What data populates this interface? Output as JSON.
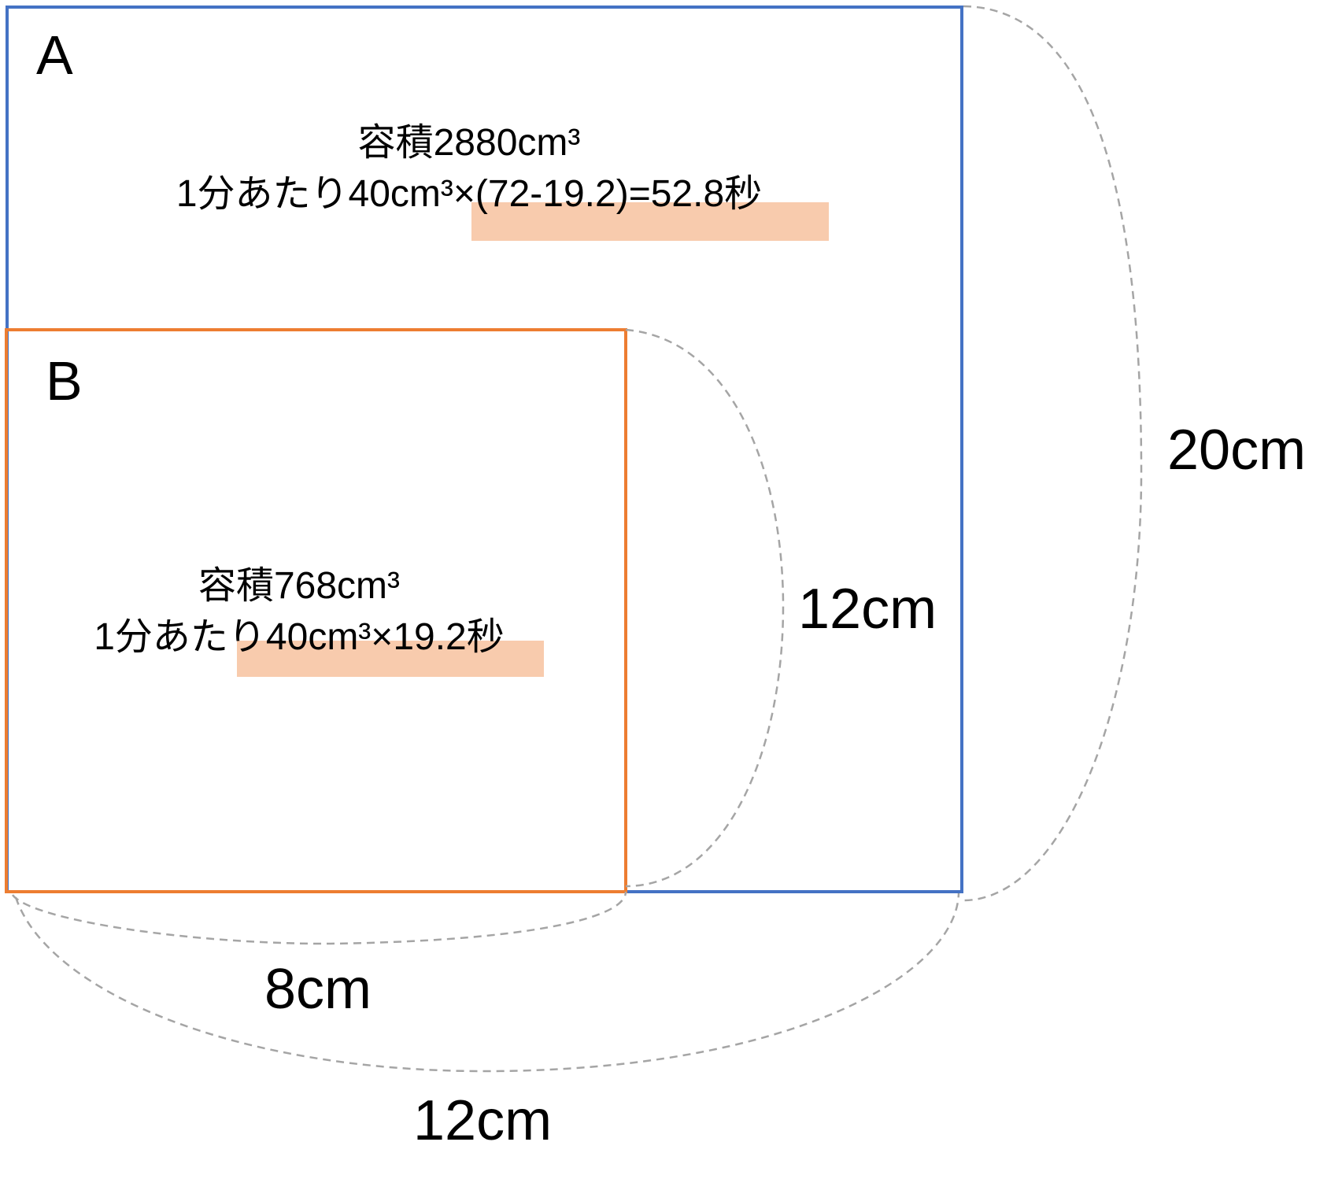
{
  "colors": {
    "box_a": "#4472c4",
    "box_b": "#ed7d31",
    "highlight": "#f8cbad",
    "dimension_line": "#a5a5a5"
  },
  "box_a": {
    "label": "A",
    "volume_line": "容積2880cm³",
    "rate_line": "1分あたり40cm³×(72-19.2)=52.8秒"
  },
  "box_b": {
    "label": "B",
    "volume_line": "容積768cm³",
    "rate_line": "1分あたり40cm³×19.2秒"
  },
  "dimensions": {
    "a_height": "20cm",
    "b_height": "12cm",
    "b_width": "8cm",
    "a_width": "12cm"
  }
}
